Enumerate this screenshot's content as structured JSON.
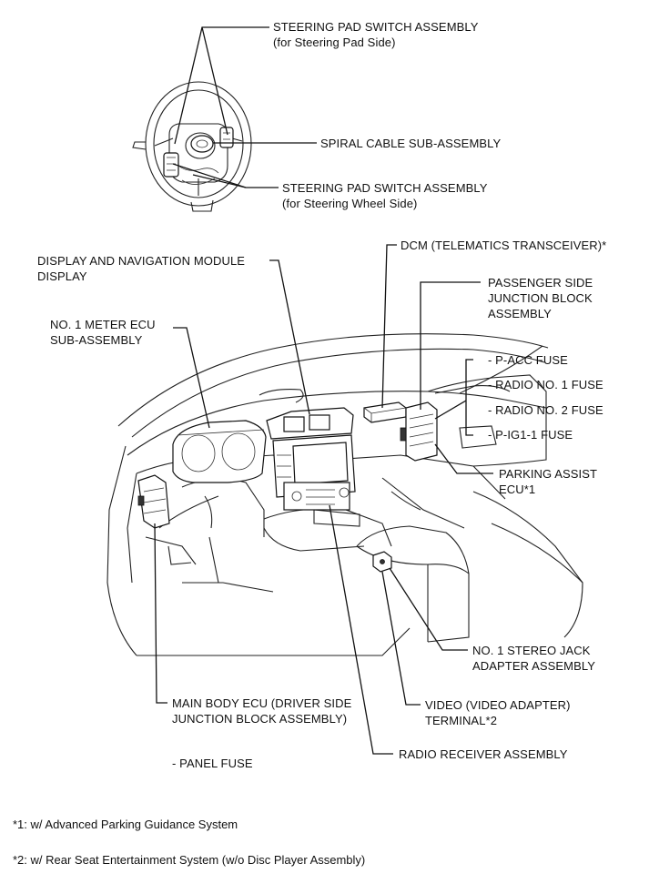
{
  "labels": {
    "steering_pad_pad_side": {
      "line1": "STEERING PAD SWITCH ASSEMBLY",
      "line2": "(for Steering Pad Side)"
    },
    "spiral_cable": {
      "line1": "SPIRAL CABLE SUB-ASSEMBLY"
    },
    "steering_pad_wheel_side": {
      "line1": "STEERING PAD SWITCH ASSEMBLY",
      "line2": "(for Steering Wheel Side)"
    },
    "display_nav": {
      "line1": "DISPLAY AND NAVIGATION MODULE",
      "line2": "DISPLAY"
    },
    "meter_ecu": {
      "line1": "NO. 1 METER ECU",
      "line2": "SUB-ASSEMBLY"
    },
    "dcm": {
      "line1": "DCM (TELEMATICS TRANSCEIVER)*"
    },
    "passenger_jb": {
      "line1": "PASSENGER SIDE",
      "line2": "JUNCTION BLOCK",
      "line3": "ASSEMBLY"
    },
    "fuses_passenger": [
      "- P-ACC FUSE",
      "- RADIO NO. 1 FUSE",
      "- RADIO NO. 2 FUSE",
      "- P-IG1-1 FUSE"
    ],
    "parking_assist": {
      "line1": "PARKING ASSIST",
      "line2": "ECU*1"
    },
    "stereo_jack": {
      "line1": "NO. 1 STEREO JACK",
      "line2": "ADAPTER ASSEMBLY"
    },
    "video_terminal": {
      "line1": "VIDEO (VIDEO ADAPTER)",
      "line2": "TERMINAL*2"
    },
    "main_body_ecu": {
      "line1": "MAIN BODY ECU (DRIVER SIDE",
      "line2": "JUNCTION BLOCK ASSEMBLY)"
    },
    "panel_fuse": "- PANEL FUSE",
    "radio_receiver": {
      "line1": "RADIO RECEIVER ASSEMBLY"
    }
  },
  "footnotes": {
    "note1": "*1: w/ Advanced Parking Guidance System",
    "note2": "*2: w/ Rear Seat Entertainment System (w/o Disc Player Assembly)"
  }
}
